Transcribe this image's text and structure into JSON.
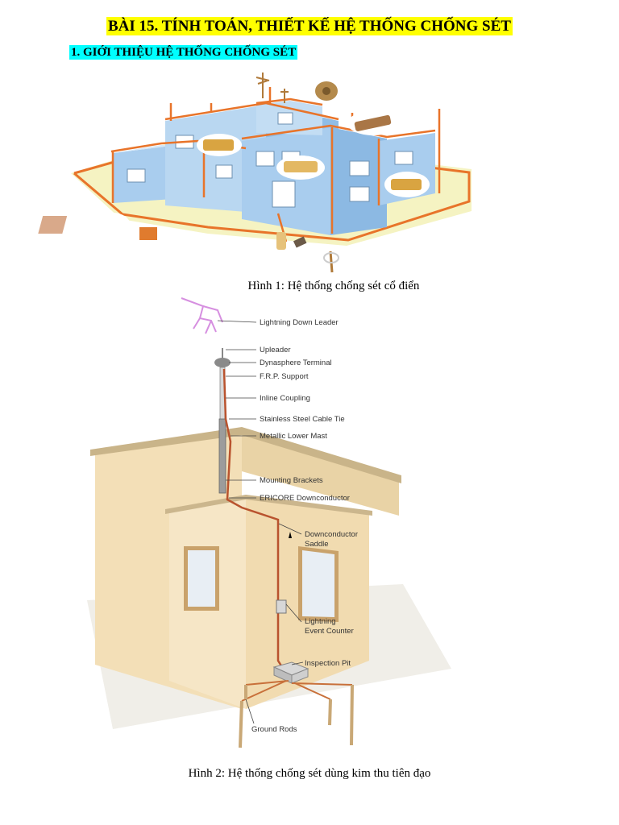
{
  "doc": {
    "title": "BÀI 15. TÍNH TOÁN, THIẾT KẾ HỆ THỐNG CHỐNG SÉT",
    "section": "1.  GIỚI THIỆU HỆ THỐNG CHỐNG SÉT",
    "caption1": "Hình 1: Hệ thống chống sét cổ điển",
    "caption2": "Hình 2: Hệ thống chống sét dùng kim thu tiên đạo"
  },
  "figure2": {
    "labels": {
      "lightning_down_leader": "Lightning Down Leader",
      "upleader": "Upleader",
      "dynasphere_terminal": "Dynasphere Terminal",
      "frp_support": "F.R.P. Support",
      "inline_coupling": "Inline Coupling",
      "stainless_steel_cable_tie": "Stainless Steel Cable Tie",
      "metallic_lower_mast": "Metallic Lower Mast",
      "mounting_brackets": "Mounting Brackets",
      "ericore_downconductor": "ERICORE Downconductor",
      "downconductor_saddle_1": "Downconductor",
      "downconductor_saddle_2": "Saddle",
      "lightning_event_counter_1": "Lightning",
      "lightning_event_counter_2": "Event Counter",
      "inspection_pit": "Inspection Pit",
      "ground_rods": "Ground Rods"
    }
  },
  "colors": {
    "title_highlight": "#ffff00",
    "section_highlight": "#00ffff",
    "conductor": "#e8742a",
    "building_blue": "#a9cdee",
    "wall_beige": "#f3dfb7",
    "grass": "#f5f3c2"
  }
}
